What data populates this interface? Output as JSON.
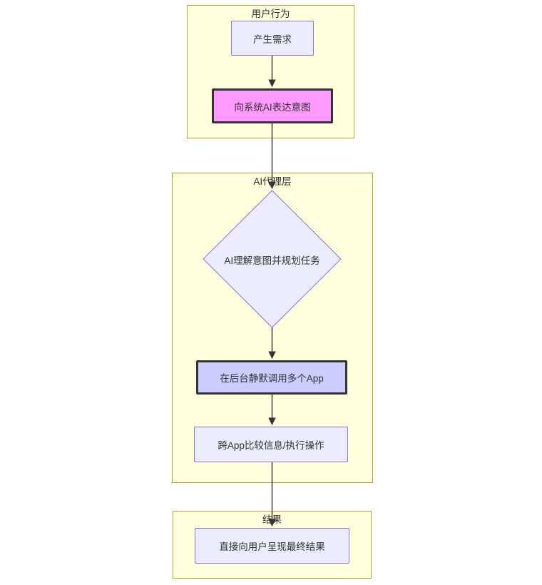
{
  "diagram": {
    "type": "flowchart",
    "direction": "top-down",
    "clusters": [
      {
        "title": "用户行为"
      },
      {
        "title": "AI代理层"
      },
      {
        "title": "结果"
      }
    ],
    "nodes": [
      {
        "label": "产生需求",
        "shape": "rect",
        "emphasis": "none"
      },
      {
        "label": "向系统AI表达意图",
        "shape": "rect",
        "emphasis": "pink"
      },
      {
        "label": "AI理解意图并规划任务",
        "shape": "diamond",
        "emphasis": "none"
      },
      {
        "label": "在后台静默调用多个App",
        "shape": "rect",
        "emphasis": "blue"
      },
      {
        "label": "跨App比较信息/执行操作",
        "shape": "rect",
        "emphasis": "none"
      },
      {
        "label": "直接向用户呈现最终结果",
        "shape": "rect",
        "emphasis": "none"
      }
    ],
    "edges": [
      {
        "from": "产生需求",
        "to": "向系统AI表达意图"
      },
      {
        "from": "向系统AI表达意图",
        "to": "AI理解意图并规划任务"
      },
      {
        "from": "AI理解意图并规划任务",
        "to": "在后台静默调用多个App"
      },
      {
        "from": "在后台静默调用多个App",
        "to": "跨App比较信息/执行操作"
      },
      {
        "from": "跨App比较信息/执行操作",
        "to": "直接向用户呈现最终结果"
      }
    ],
    "colors": {
      "cluster_fill": "#ffffde",
      "cluster_border": "#aaaa33",
      "node_fill": "#ececff",
      "node_border": "#9370db",
      "emphasis_pink_fill": "#ff99ff",
      "emphasis_blue_fill": "#ccccff",
      "emphasis_border": "#333333",
      "edge_color": "#333333",
      "text_color": "#333333"
    }
  }
}
